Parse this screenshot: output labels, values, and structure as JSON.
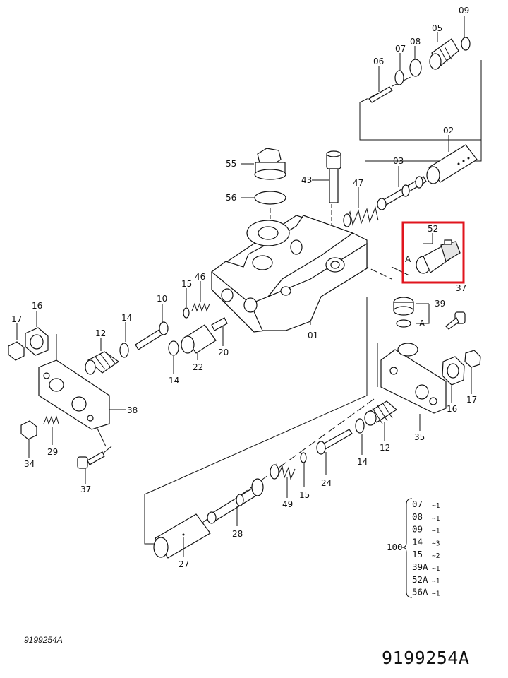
{
  "highlight_color": "#e0141e",
  "callouts": {
    "c09": "09",
    "c05": "05",
    "c07": "07",
    "c08": "08",
    "c06": "06",
    "c02": "02",
    "c03": "03",
    "c55": "55",
    "c43": "43",
    "c47": "47",
    "c56": "56",
    "c52": "52",
    "c52_letter": "A",
    "c37a": "37",
    "c39": "39",
    "c39_letter": "A",
    "c16a": "16",
    "c17a": "17",
    "c14a": "14",
    "c12a": "12",
    "c10": "10",
    "c15a": "15",
    "c46": "46",
    "c14b": "14",
    "c22": "22",
    "c20": "20",
    "c01": "01",
    "c38": "38",
    "c29": "29",
    "c34": "34",
    "c37b": "37",
    "c16b": "16",
    "c17b": "17",
    "c35": "35",
    "c12b": "12",
    "c14c": "14",
    "c24": "24",
    "c15b": "15",
    "c49": "49",
    "c28": "28",
    "c27": "27"
  },
  "kit": {
    "number": "100",
    "items": [
      {
        "code": "07",
        "qty": "~1"
      },
      {
        "code": "08",
        "qty": "~1"
      },
      {
        "code": "09",
        "qty": "~1"
      },
      {
        "code": "14",
        "qty": "~3"
      },
      {
        "code": "15",
        "qty": "~2"
      },
      {
        "code": "39A",
        "qty": "~1"
      },
      {
        "code": "52A",
        "qty": "~1"
      },
      {
        "code": "56A",
        "qty": "~1"
      }
    ]
  },
  "footer": {
    "left_code": "9199254A",
    "right_code": "9199254A"
  }
}
